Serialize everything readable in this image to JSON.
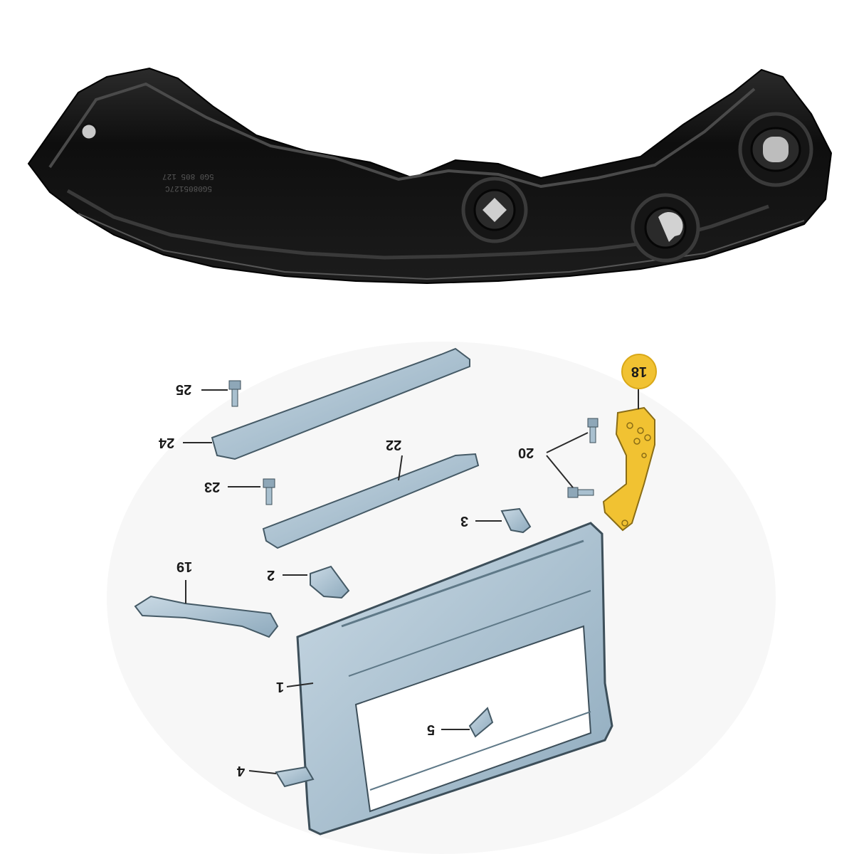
{
  "photo": {
    "part_stamp_line1": "5G0 805 127",
    "part_stamp_line2": "5G0805127C"
  },
  "diagram": {
    "highlight_color": "#f1c232",
    "part_color": "#a9c0cf",
    "callouts": {
      "p1": "1",
      "p2": "2",
      "p3": "3",
      "p4": "4",
      "p5": "5",
      "p18": "18",
      "p19": "19",
      "p20": "20",
      "p22": "22",
      "p23": "23",
      "p24": "24",
      "p25": "25"
    }
  }
}
